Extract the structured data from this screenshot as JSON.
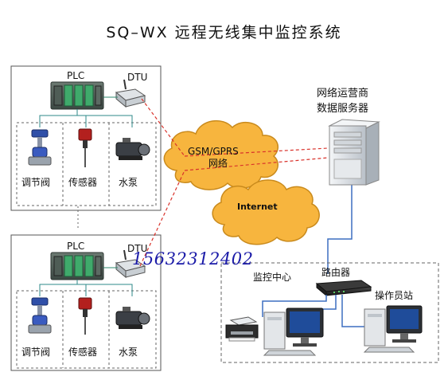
{
  "title": "SQ–WX 远程无线集中监控系统",
  "site1": {
    "plc_label": "PLC",
    "dtu_label": "DTU",
    "devices": [
      "调节阀",
      "传感器",
      "水泵"
    ],
    "device_icons": [
      "control-valve-icon",
      "sensor-icon",
      "water-pump-icon"
    ]
  },
  "site2": {
    "plc_label": "PLC",
    "dtu_label": "DTU",
    "devices": [
      "调节阀",
      "传感器",
      "水泵"
    ],
    "device_icons": [
      "control-valve-icon",
      "sensor-icon",
      "water-pump-icon"
    ]
  },
  "clouds": {
    "gsm_line1": "GSM/GPRS",
    "gsm_line2": "网络",
    "internet": "Internet"
  },
  "server": {
    "line1": "网络运营商",
    "line2": "数据服务器"
  },
  "monitor_center": {
    "label": "监控中心",
    "router_label": "路由器",
    "operator_label": "操作员站"
  },
  "watermark_phone": "15632312402",
  "colors": {
    "cloud_fill": "#f7b53e",
    "cloud_stroke": "#c98a1c",
    "wireless_link": "#d9322b",
    "wired_link": "#3d6fc0",
    "box_border": "#555555",
    "phone_text": "#1a1aa8"
  }
}
